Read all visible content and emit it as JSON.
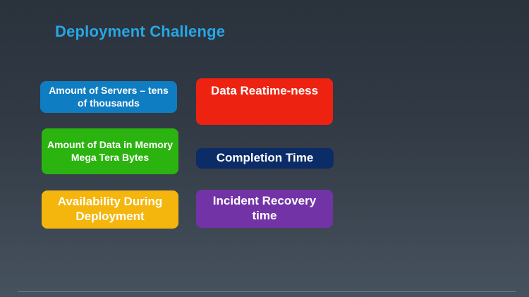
{
  "slide": {
    "title": "Deployment Challenge"
  },
  "boxes": {
    "servers": {
      "label": "Amount of Servers – tens of thousands",
      "color": "#0f7dc2"
    },
    "data": {
      "label": "Amount of Data in Memory Mega Tera Bytes",
      "color": "#2bb40f"
    },
    "availability": {
      "label": "Availability During Deployment",
      "color": "#f4b60d"
    },
    "realtime": {
      "label": "Data Reatime-ness",
      "color": "#ee2210"
    },
    "completion": {
      "label": "Completion Time",
      "color": "#0b2c66"
    },
    "recovery": {
      "label": "Incident Recovery time",
      "color": "#7233a6"
    }
  },
  "colors": {
    "title": "#27a7e6",
    "background_top": "#2a323c",
    "background_bottom": "#46525e"
  }
}
